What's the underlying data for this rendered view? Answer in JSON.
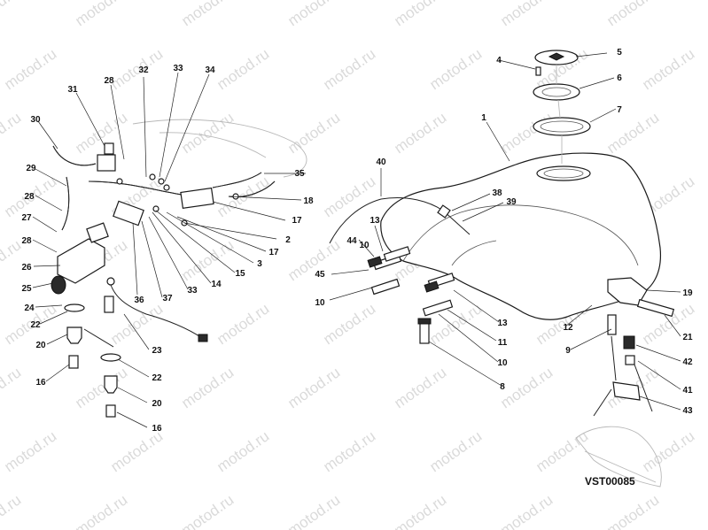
{
  "watermark": "motod.ru",
  "drawing_code": "VST00085",
  "callouts": [
    "1",
    "2",
    "3",
    "4",
    "5",
    "6",
    "7",
    "8",
    "9",
    "10",
    "10",
    "10",
    "11",
    "12",
    "13",
    "13",
    "14",
    "15",
    "16",
    "16",
    "16",
    "17",
    "17",
    "18",
    "19",
    "20",
    "20",
    "20",
    "21",
    "22",
    "22",
    "23",
    "24",
    "25",
    "26",
    "27",
    "28",
    "28",
    "28",
    "29",
    "30",
    "31",
    "32",
    "33",
    "33",
    "34",
    "35",
    "36",
    "37",
    "38",
    "39",
    "40",
    "41",
    "42",
    "43",
    "44",
    "45"
  ],
  "colors": {
    "ink": "#111111",
    "line": "#222222",
    "watermark": "#bdbdbd",
    "background": "#ffffff"
  }
}
